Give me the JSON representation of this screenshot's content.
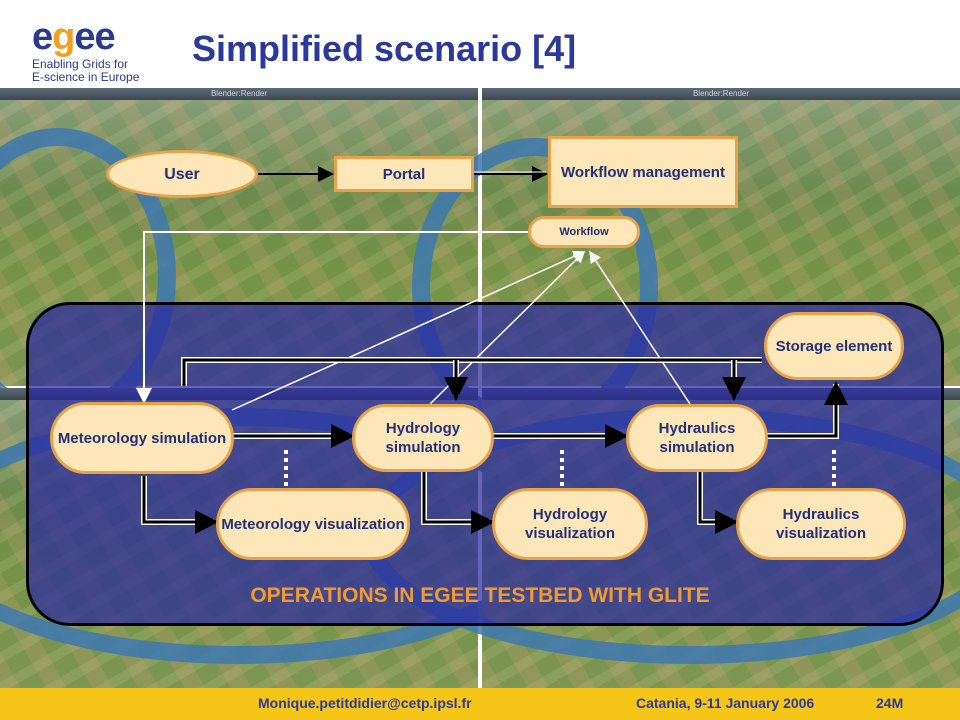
{
  "header": {
    "logo_mark": "egee",
    "logo_line1": "Enabling Grids for",
    "logo_line2": "E-science in Europe",
    "title": "Simplified scenario [4]"
  },
  "windows": {
    "bar_title": "Blender:Render"
  },
  "nodes": {
    "user": "User",
    "portal": "Portal",
    "workflow_management": "Workflow management",
    "workflow": "Workflow",
    "storage_element": "Storage element",
    "meteorology_simulation": "Meteorology simulation",
    "hydrology_simulation": "Hydrology simulation",
    "hydraulics_simulation": "Hydraulics simulation",
    "meteorology_visualization": "Meteorology visualization",
    "hydrology_visualization": "Hydrology visualization",
    "hydraulics_visualization": "Hydraulics visualization"
  },
  "operations_label": "OPERATIONS IN EGEE TESTBED WITH GLITE",
  "footer": {
    "email": "Monique.petitdidier@cetp.ipsl.fr",
    "event": "Catania, 9-11 January 2006",
    "page": "24M"
  },
  "colors": {
    "title": "#2b3a9a",
    "node_fill": "#fde7b8",
    "node_border": "#e8a24a",
    "panel": "#2828a0",
    "ops_label": "#f29a2e",
    "footer_bg": "#f5c518"
  }
}
